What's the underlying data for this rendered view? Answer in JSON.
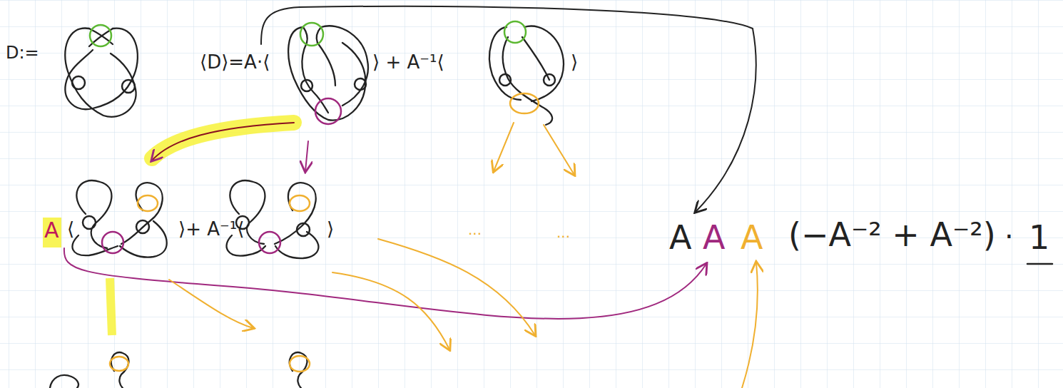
{
  "diagram": {
    "labels": [
      "D:=",
      "⟨D⟩=A·⟨",
      "⟩ + A⁻¹⟨",
      "⟩",
      "A",
      "⟨",
      "⟩+ A⁻¹⟨",
      "⟩",
      "...",
      "...",
      "A",
      "A",
      "A",
      "(−A⁻² + A⁻²)",
      "·",
      "1"
    ]
  }
}
